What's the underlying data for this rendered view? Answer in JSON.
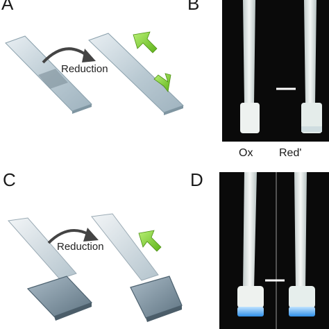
{
  "panels": {
    "a": {
      "letter": "A",
      "arrow_label": "Reduction"
    },
    "b": {
      "letter": "B",
      "labels": [
        "Ox",
        "Red'"
      ]
    },
    "c": {
      "letter": "C",
      "arrow_label": "Reduction"
    },
    "d": {
      "letter": "D"
    }
  },
  "colors": {
    "strip_face": "#b7c8d1",
    "strip_dark": "#6e8591",
    "green_arrow": "#7ed321",
    "photo_bg": "#0a0a0a",
    "tube": "#dfe9ea",
    "blue_tip": "#3aa0ff"
  },
  "icons": [
    "curved-arrow-icon",
    "double-arrow-icon",
    "single-arrow-icon"
  ]
}
